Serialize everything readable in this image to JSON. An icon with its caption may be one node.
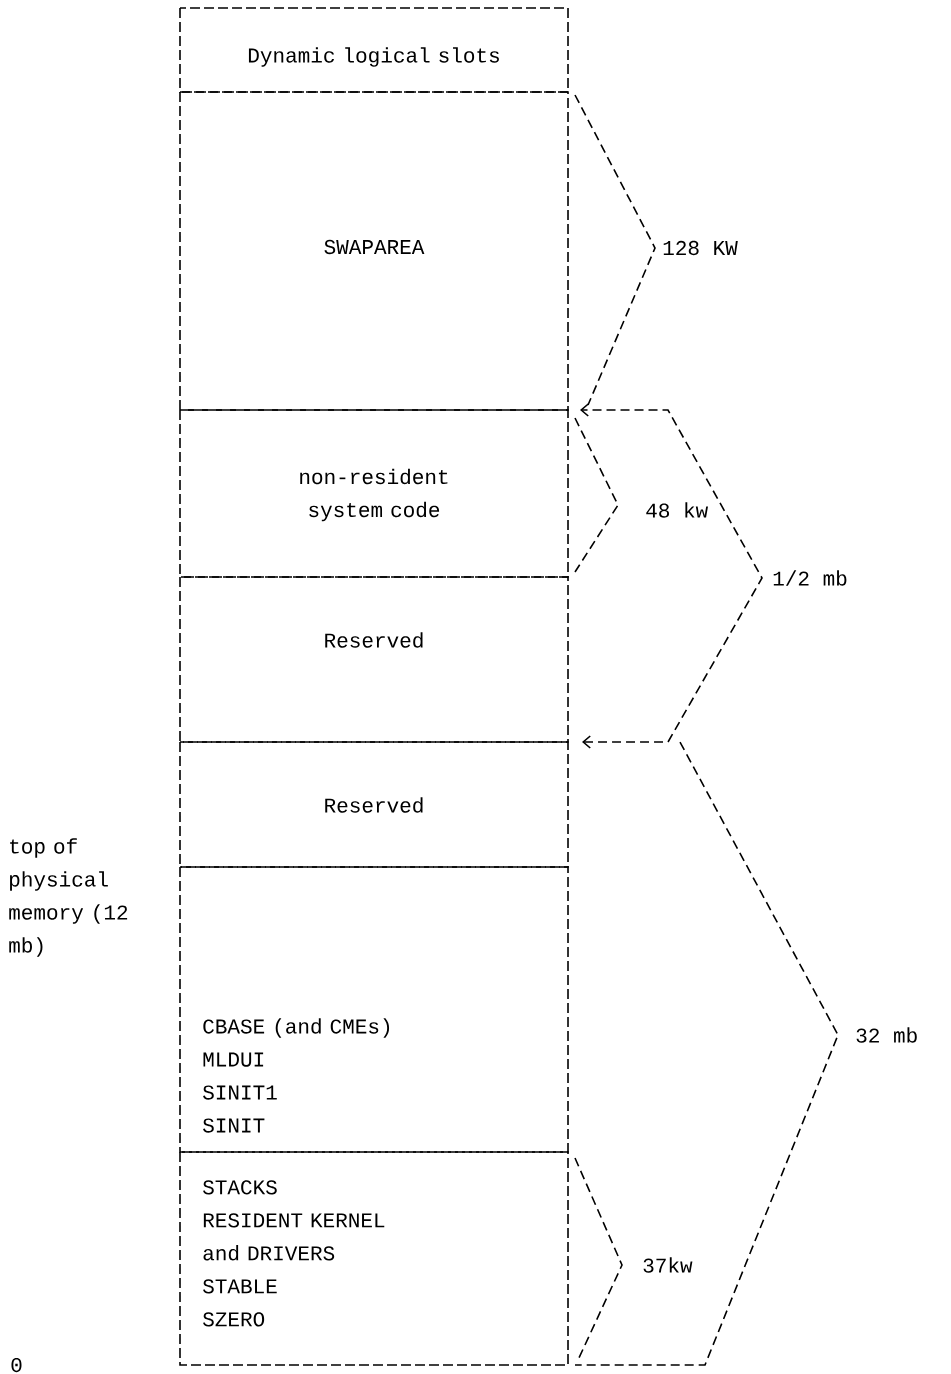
{
  "diagram": {
    "nodes": [
      {
        "text": [
          "Dynamic logical slots"
        ]
      },
      {
        "text": [
          "SWAPAREA"
        ]
      },
      {
        "text": [
          "non-resident system code"
        ]
      },
      {
        "text": [
          "Reserved"
        ]
      },
      {
        "text": [
          "Reserved"
        ]
      },
      {
        "text": [
          "CBASE (and CMEs)",
          "MLDUI",
          "SINIT1",
          "SINIT"
        ]
      },
      {
        "text": [
          "STACKS",
          "RESIDENT KERNEL and DRIVERS",
          "STABLE",
          "SZERO"
        ]
      }
    ],
    "labels": [
      "128 KW",
      "48 kw",
      "1/2 mb",
      "32 mb",
      "37kw",
      "top of physical memory (12 mb)",
      "0"
    ]
  }
}
